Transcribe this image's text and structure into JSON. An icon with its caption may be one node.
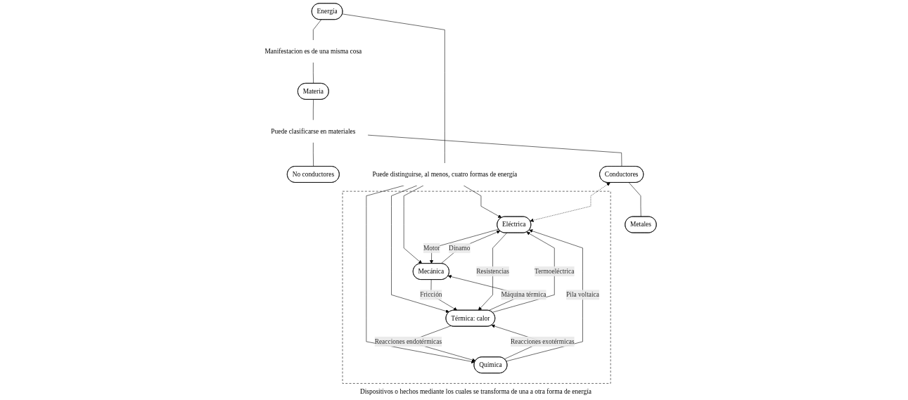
{
  "diagram": {
    "nodes": [
      {
        "text": [
          "Energía"
        ]
      },
      {
        "text": [
          "Manifestacion es de una misma cosa"
        ]
      },
      {
        "text": [
          "Materia"
        ]
      },
      {
        "text": [
          "Puede clasificarse en materiales"
        ]
      },
      {
        "text": [
          "No conductores"
        ]
      },
      {
        "text": [
          "Conductores"
        ]
      },
      {
        "text": [
          "Metales"
        ]
      },
      {
        "text": [
          "Puede distinguirse, al menos, cuatro formas de energía"
        ]
      },
      {
        "text": [
          "Dispositivos o hechos mediante los cuales se transforma de una a otra forma de energía"
        ]
      },
      {
        "text": [
          "Térmica: calor"
        ],
        "in": 8
      },
      {
        "text": [
          "Mecánica"
        ],
        "in": 8
      },
      {
        "text": [
          "Eléctrica"
        ],
        "in": 8
      },
      {
        "text": [
          "Química"
        ],
        "in": 8
      }
    ],
    "edges": [
      {
        "from": 0,
        "to": 1,
        "arrow": "none"
      },
      {
        "from": 1,
        "to": 2,
        "arrow": "none"
      },
      {
        "from": 2,
        "to": 3,
        "arrow": "none"
      },
      {
        "from": 3,
        "to": 4,
        "arrow": "none"
      },
      {
        "from": 3,
        "to": 5,
        "arrow": "none"
      },
      {
        "from": 5,
        "to": 6,
        "arrow": "none"
      },
      {
        "from": 0,
        "to": 7,
        "arrow": "none"
      },
      {
        "from": 7,
        "to": 9,
        "arrow": "to"
      },
      {
        "from": 7,
        "to": 10,
        "arrow": "to"
      },
      {
        "from": 7,
        "to": 11,
        "arrow": "to"
      },
      {
        "from": 7,
        "to": 12,
        "arrow": "to"
      },
      {
        "from": 5,
        "to": 11,
        "arrow": "both",
        "style": "dashed"
      },
      {
        "from": 9,
        "to": 12,
        "arrow": "to",
        "label": "Reacciones endotérmicas"
      },
      {
        "from": 12,
        "to": 9,
        "arrow": "to",
        "label": "Reacciones exotérmicas"
      },
      {
        "from": 10,
        "to": 9,
        "arrow": "to",
        "label": "Fricción"
      },
      {
        "from": 10,
        "to": 11,
        "arrow": "to",
        "label": "Dinamo"
      },
      {
        "from": 9,
        "to": 10,
        "arrow": "to",
        "label": "Máquina térmica"
      },
      {
        "from": 11,
        "to": 10,
        "arrow": "to",
        "label": "Motor"
      },
      {
        "from": 9,
        "to": 11,
        "arrow": "to",
        "label": "Termoeléctrica"
      },
      {
        "from": 11,
        "to": 9,
        "arrow": "to",
        "label": "Resistencias"
      },
      {
        "from": 12,
        "to": 11,
        "arrow": "to",
        "label": "Pila voltaica"
      }
    ]
  }
}
